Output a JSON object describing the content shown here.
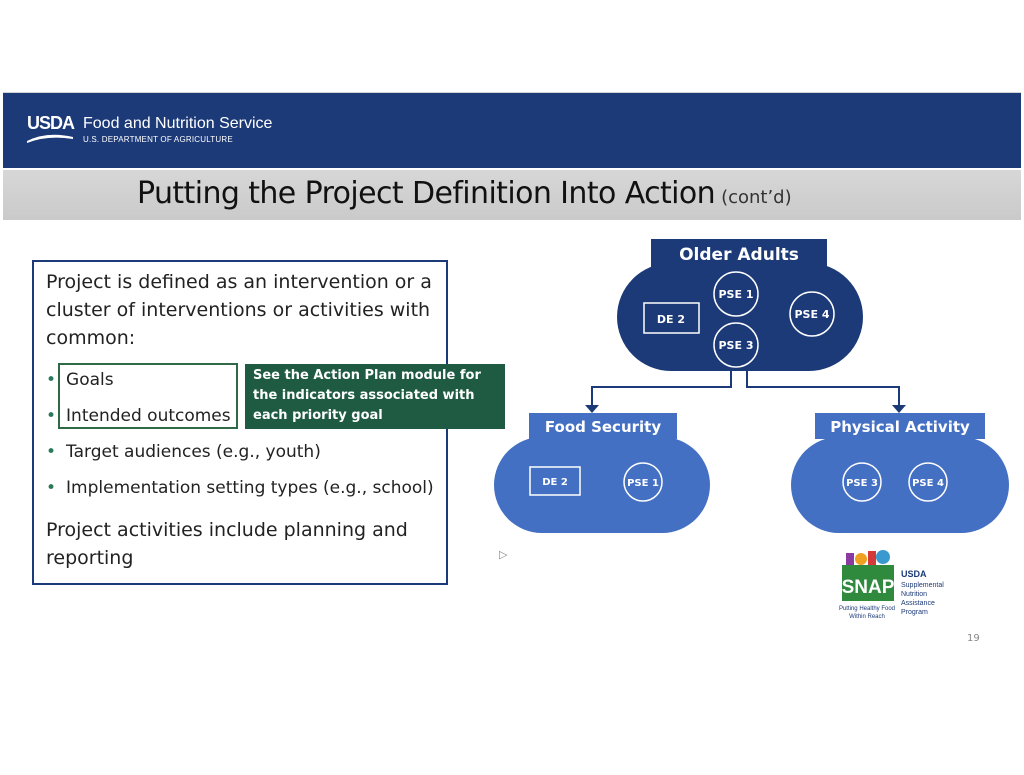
{
  "header": {
    "logo_text": "USDA",
    "agency": "Food and Nutrition Service",
    "department": "U.S. DEPARTMENT OF AGRICULTURE",
    "colors": {
      "navy": "#1c3a78",
      "title_bar": "#d0d0d0"
    }
  },
  "title": {
    "main": "Putting the Project Definition Into Action",
    "sub": "(cont’d)"
  },
  "definition": {
    "intro": "Project is defined as an intervention or a cluster of interventions or activities with common:",
    "bullets": [
      "Goals",
      "Intended outcomes",
      "Target audiences (e.g., youth)",
      "Implementation setting types (e.g., school)"
    ],
    "closing": "Project activities include planning and reporting"
  },
  "callout": {
    "text": "See the Action Plan module for the indicators associated with each priority goal",
    "color": "#1f5b42"
  },
  "diagram": {
    "top": {
      "label": "Older Adults",
      "items": [
        "DE 2",
        "PSE 1",
        "PSE 3",
        "PSE 4"
      ],
      "color": "#1c3a78"
    },
    "left": {
      "label": "Food Security",
      "items": [
        "DE 2",
        "PSE 1"
      ],
      "color": "#4470c4"
    },
    "right": {
      "label": "Physical Activity",
      "items": [
        "PSE 3",
        "PSE 4"
      ],
      "color": "#4470c4"
    }
  },
  "snap": {
    "brand": "SNAP",
    "agency": "USDA",
    "program_lines": [
      "Supplemental",
      "Nutrition",
      "Assistance",
      "Program"
    ],
    "tagline_lines": [
      "Putting Healthy Food",
      "Within Reach"
    ]
  },
  "page_number": "19"
}
